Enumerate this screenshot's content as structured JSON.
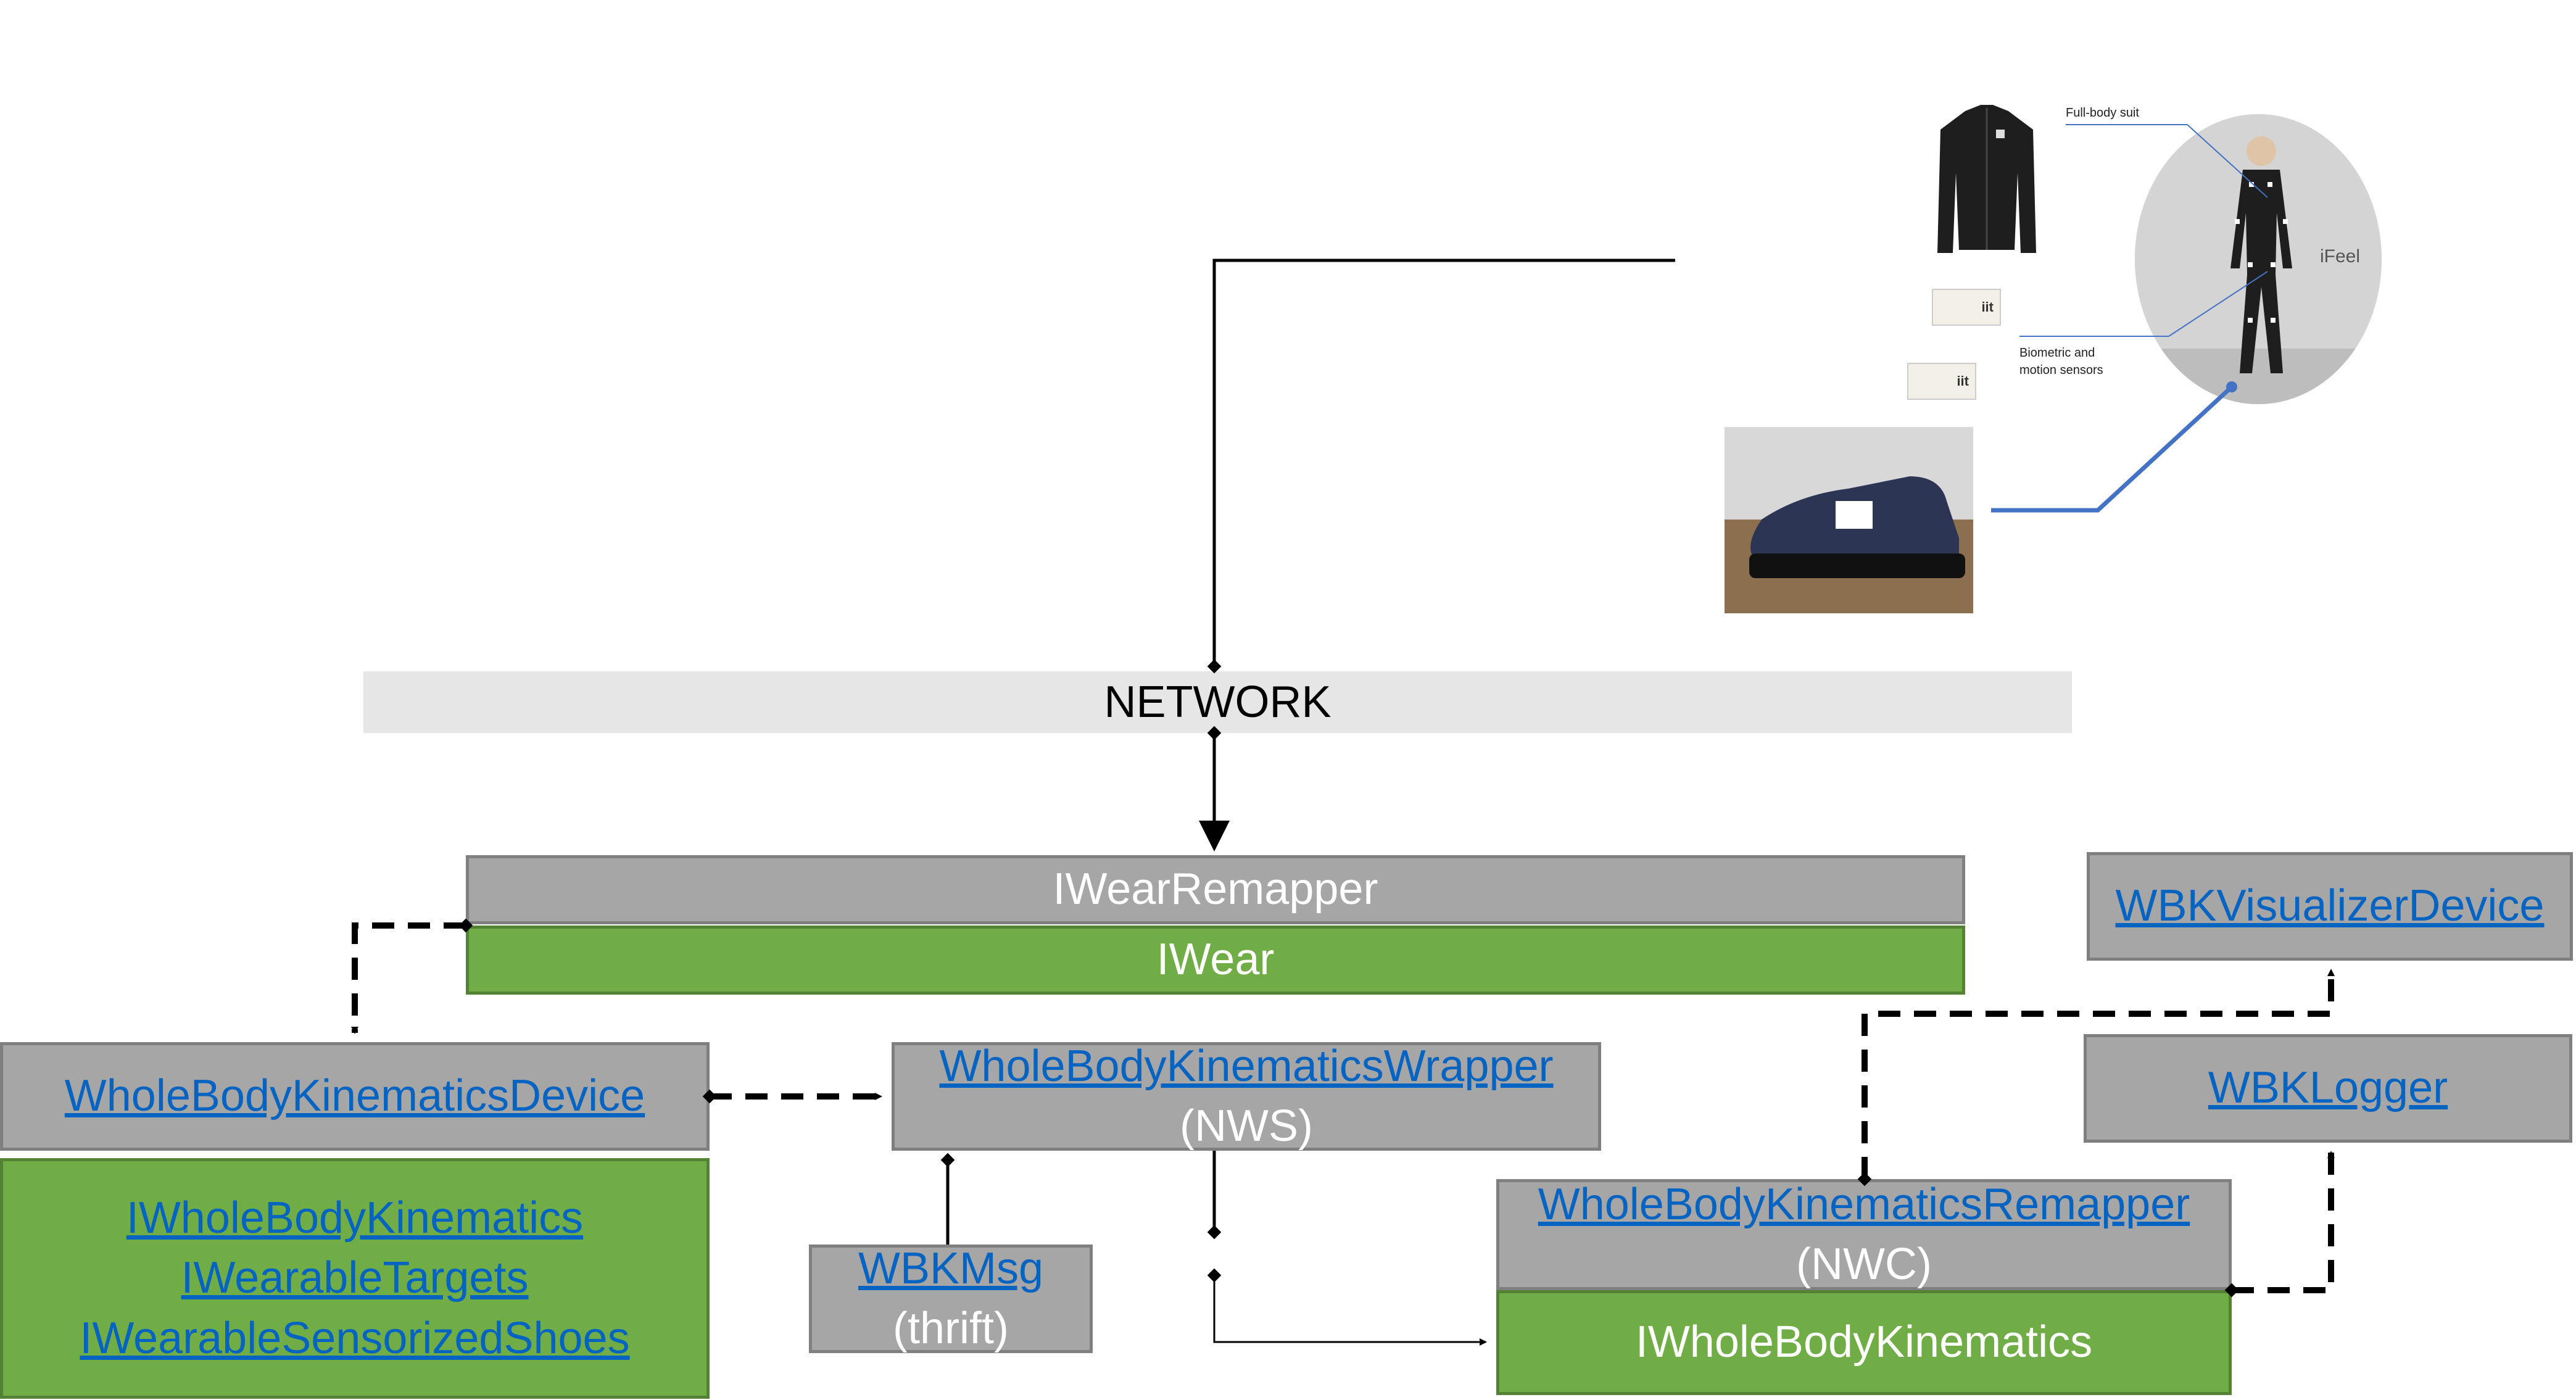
{
  "network": {
    "label": "NETWORK"
  },
  "iwear_remapper": {
    "label": "IWearRemapper"
  },
  "iwear": {
    "label": "IWear"
  },
  "wbk_device": {
    "label": "WholeBodyKinematicsDevice"
  },
  "wbk_device_interfaces": [
    "IWholeBodyKinematics",
    "IWearableTargets",
    "IWearableSensorizedShoes"
  ],
  "wbk_wrapper": {
    "label": "WholeBodyKinematicsWrapper",
    "sub": "(NWS)"
  },
  "wbk_msg": {
    "label": "WBKMsg",
    "sub": "(thrift)"
  },
  "wbk_remapper": {
    "label": "WholeBodyKinematicsRemapper",
    "sub": "(NWC)"
  },
  "iwbk": {
    "label": "IWholeBodyKinematics"
  },
  "wbk_visualizer": {
    "label": "WBKVisualizerDevice"
  },
  "wbk_logger": {
    "label": "WBKLogger"
  },
  "hardware": {
    "suit_label": "Full-body suit",
    "sensors_label_1": "Biometric and",
    "sensors_label_2": "motion sensors",
    "brand": "iFeel",
    "sensor_brand": "iit"
  },
  "colors": {
    "grey_box": "#a6a6a6",
    "green_box": "#70ad47",
    "link": "#0563c1",
    "network_band": "#e6e6e6",
    "callout_line": "#4472c4"
  }
}
